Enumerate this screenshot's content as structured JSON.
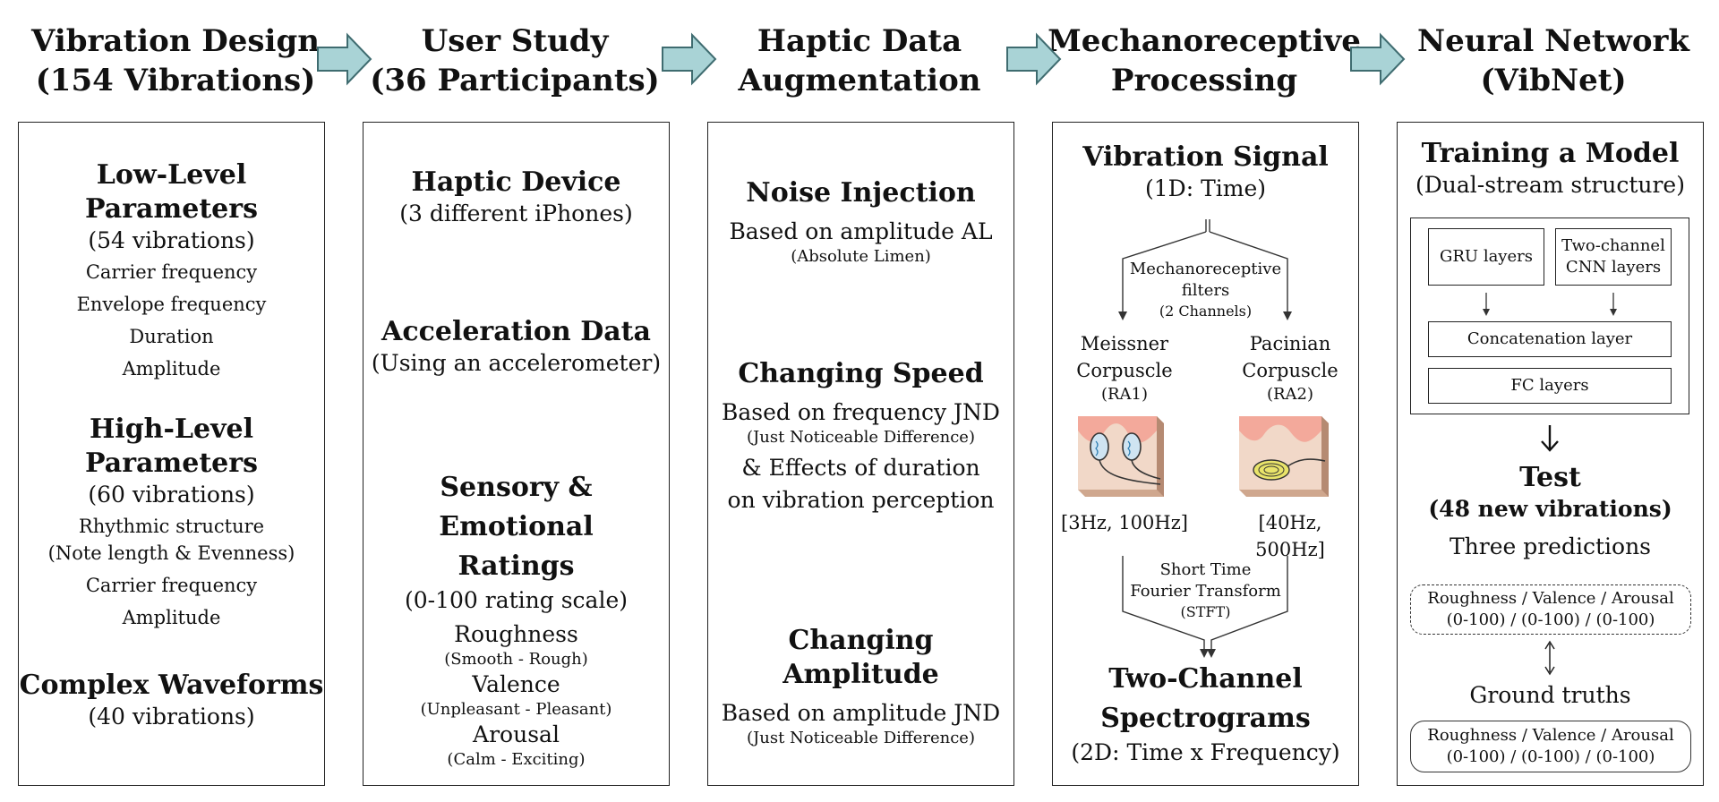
{
  "headers": [
    {
      "line1": "Vibration Design",
      "line2": "(154 Vibrations)"
    },
    {
      "line1": "User Study",
      "line2": "(36 Participants)"
    },
    {
      "line1": "Haptic Data",
      "line2": "Augmentation"
    },
    {
      "line1": "Mechanoreceptive",
      "line2": "Processing"
    },
    {
      "line1": "Neural Network",
      "line2": "(VibNet)"
    }
  ],
  "colors": {
    "arrow_fill": "#a9d3d6",
    "arrow_stroke": "#3f6c70",
    "border": "#222222"
  },
  "panel1": {
    "low_title": "Low-Level Parameters",
    "low_count": "(54 vibrations)",
    "low_items": [
      "Carrier frequency",
      "Envelope frequency",
      "Duration",
      "Amplitude"
    ],
    "high_title": "High-Level Parameters",
    "high_count": "(60 vibrations)",
    "high_items": [
      "Rhythmic structure",
      "(Note length & Evenness)",
      "Carrier frequency",
      "Amplitude"
    ],
    "complex_title": "Complex Waveforms",
    "complex_count": "(40 vibrations)"
  },
  "panel2": {
    "device_title": "Haptic Device",
    "device_sub": "(3 different iPhones)",
    "accel_title": "Acceleration Data",
    "accel_sub": "(Using an accelerometer)",
    "ratings_title1": "Sensory & Emotional",
    "ratings_title2": "Ratings",
    "ratings_scale": "(0-100 rating scale)",
    "ratings": [
      {
        "name": "Roughness",
        "range": "(Smooth - Rough)"
      },
      {
        "name": "Valence",
        "range": "(Unpleasant - Pleasant)"
      },
      {
        "name": "Arousal",
        "range": "(Calm - Exciting)"
      }
    ]
  },
  "panel3": {
    "noise_title": "Noise Injection",
    "noise_desc": "Based on amplitude AL",
    "noise_note": "(Absolute Limen)",
    "speed_title": "Changing Speed",
    "speed_desc": "Based on frequency JND",
    "speed_note": "(Just Noticeable Difference)",
    "speed_extra1": "& Effects of duration",
    "speed_extra2": "on vibration perception",
    "amp_title": "Changing Amplitude",
    "amp_desc": "Based on amplitude JND",
    "amp_note": "(Just Noticeable Difference)"
  },
  "panel4": {
    "signal_title": "Vibration Signal",
    "signal_sub": "(1D: Time)",
    "filters1": "Mechanoreceptive",
    "filters2": "filters",
    "filters3": "(2 Channels)",
    "left_name1": "Meissner",
    "left_name2": "Corpuscle",
    "left_code": "(RA1)",
    "left_range": "[3Hz, 100Hz]",
    "right_name1": "Pacinian",
    "right_name2": "Corpuscle",
    "right_code": "(RA2)",
    "right_range": "[40Hz, 500Hz]",
    "stft1": "Short Time",
    "stft2": "Fourier Transform",
    "stft3": "(STFT)",
    "spec_title1": "Two-Channel",
    "spec_title2": "Spectrograms",
    "spec_sub": "(2D: Time x Frequency)"
  },
  "panel5": {
    "train_title": "Training a Model",
    "train_sub": "(Dual-stream structure)",
    "gru": "GRU layers",
    "cnn1": "Two-channel",
    "cnn2": "CNN layers",
    "concat": "Concatenation layer",
    "fc": "FC layers",
    "test_title": "Test",
    "test_sub": "(48 new vibrations)",
    "pred_title": "Three predictions",
    "pred_line1": "Roughness / Valence / Arousal",
    "pred_line2": "(0-100) / (0-100) / (0-100)",
    "truth_title": "Ground truths",
    "truth_line1": "Roughness / Valence / Arousal",
    "truth_line2": "(0-100) / (0-100) / (0-100)"
  }
}
